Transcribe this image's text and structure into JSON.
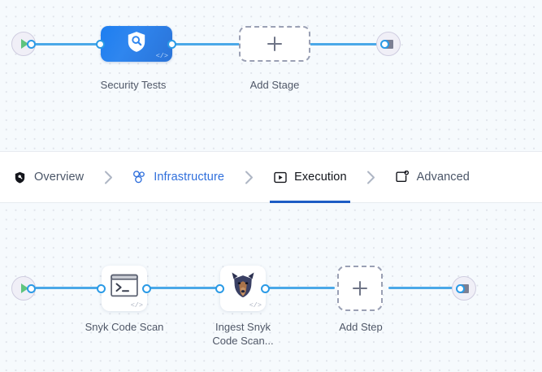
{
  "stage_graph": {
    "start_node": {
      "icon": "play-icon",
      "type": "pipeline-start"
    },
    "end_node": {
      "icon": "stop-icon",
      "type": "pipeline-end"
    },
    "nodes": [
      {
        "label": "Security Tests",
        "icon": "shield-search-icon",
        "badge": "</>",
        "kind": "stage"
      },
      {
        "label": "Add Stage",
        "icon": "plus-icon",
        "kind": "add-stage"
      }
    ]
  },
  "tabs": {
    "items": [
      {
        "label": "Overview",
        "icon": "shield-icon",
        "state": "default"
      },
      {
        "label": "Infrastructure",
        "icon": "cluster-icon",
        "state": "accent"
      },
      {
        "label": "Execution",
        "icon": "play-box-icon",
        "state": "active"
      },
      {
        "label": "Advanced",
        "icon": "card-gear-icon",
        "state": "default"
      }
    ],
    "separator_icon": "chevron-right-icon"
  },
  "step_graph": {
    "start_node": {
      "icon": "play-icon",
      "type": "execution-start"
    },
    "end_node": {
      "icon": "stop-icon",
      "type": "execution-end"
    },
    "nodes": [
      {
        "label": "Snyk Code Scan",
        "icon": "terminal-icon",
        "badge": "</>",
        "kind": "step"
      },
      {
        "label": "Ingest Snyk\nCode Scan...",
        "icon": "snyk-doberman-icon",
        "badge": "</>",
        "kind": "step"
      },
      {
        "label": "Add Step",
        "icon": "plus-icon",
        "kind": "add-step"
      }
    ]
  },
  "colors": {
    "wire": "#4aa8e8",
    "port": "#2a9ae6",
    "stage_accent": "#2f86ef",
    "active_tab_underline": "#1c5cc4",
    "accent_tab_text": "#2f6fdc",
    "start_play": "#5fc47e",
    "end_stop": "#7b7f93",
    "canvas": "#f6fafd"
  }
}
